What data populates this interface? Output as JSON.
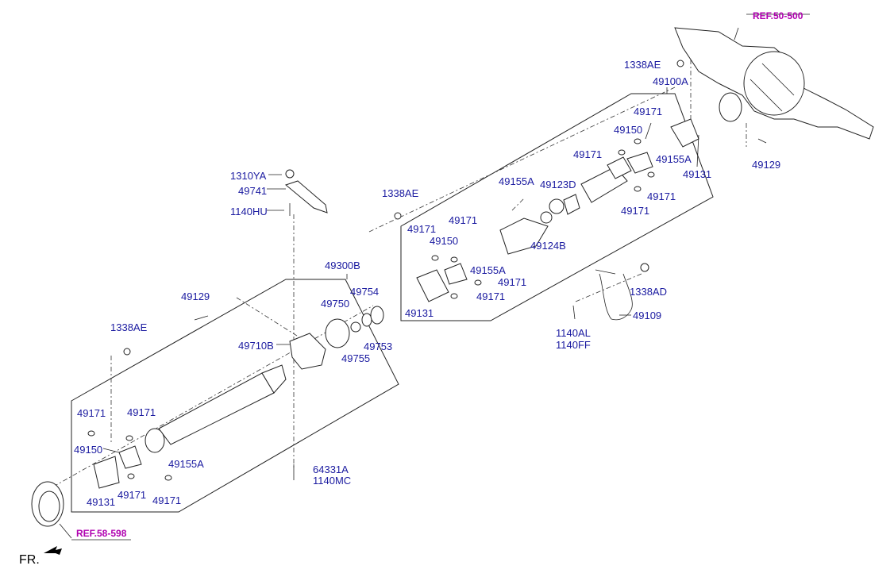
{
  "references": {
    "rear_axle": "REF.50-500",
    "transmission": "REF.58-598"
  },
  "direction": "FR.",
  "labels": {
    "l_1338AE_top": "1338AE",
    "l_49100A": "49100A",
    "l_49171_a": "49171",
    "l_49150_a": "49150",
    "l_49171_b": "49171",
    "l_49155A_a": "49155A",
    "l_49131_a": "49131",
    "l_49129_a": "49129",
    "l_49155A_b": "49155A",
    "l_49123D": "49123D",
    "l_49171_c": "49171",
    "l_49171_d": "49171",
    "l_1338AE_mid": "1338AE",
    "l_1310YA": "1310YA",
    "l_49741": "49741",
    "l_1140HU": "1140HU",
    "l_49171_e": "49171",
    "l_49171_f": "49171",
    "l_49150_b": "49150",
    "l_49124B": "49124B",
    "l_49155A_c": "49155A",
    "l_49171_g": "49171",
    "l_49171_h": "49171",
    "l_49131_b": "49131",
    "l_1338AD": "1338AD",
    "l_49109": "49109",
    "l_1140AL": "1140AL",
    "l_1140FF": "1140FF",
    "l_49300B": "49300B",
    "l_49129_b": "49129",
    "l_49754": "49754",
    "l_49750": "49750",
    "l_1338AE_low": "1338AE",
    "l_49710B": "49710B",
    "l_49753": "49753",
    "l_49755": "49755",
    "l_49171_i": "49171",
    "l_49171_j": "49171",
    "l_49150_c": "49150",
    "l_49155A_d": "49155A",
    "l_64331A": "64331A",
    "l_1140MC": "1140MC",
    "l_49131_c": "49131",
    "l_49171_k": "49171",
    "l_49171_l": "49171"
  }
}
